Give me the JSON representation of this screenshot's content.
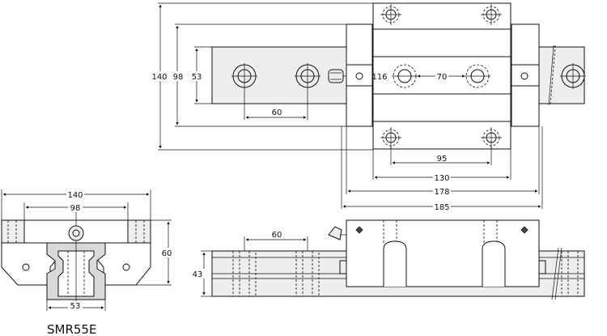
{
  "model_label": "SMR55E",
  "dims": {
    "top_width": "185",
    "top_178": "178",
    "top_130": "130",
    "top_95": "95",
    "top_70": "70",
    "top_116": "116",
    "top_60": "60",
    "left_140": "140",
    "left_98": "98",
    "left_53": "53",
    "side_60": "60",
    "side_43": "43",
    "front_140": "140",
    "front_98": "98",
    "front_60": "60",
    "front_53": "53"
  },
  "colors": {
    "line": "#111111",
    "shade": "#d9d9d9",
    "background": "#ffffff"
  }
}
